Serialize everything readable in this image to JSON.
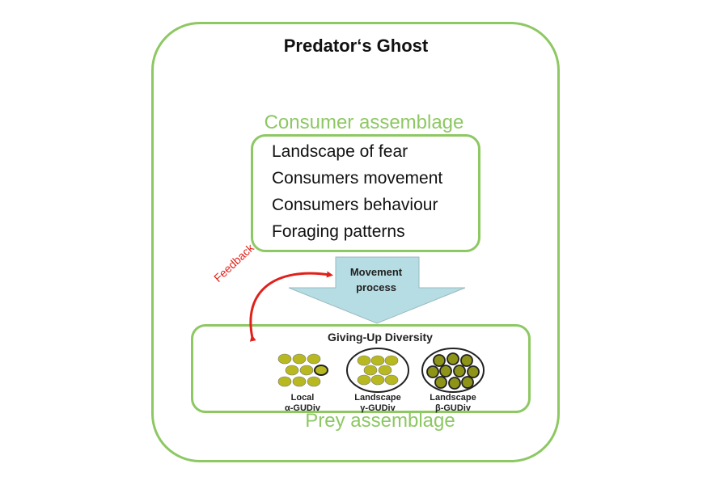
{
  "title": "Predator‘s Ghost",
  "consumer": {
    "label": "Consumer assemblage",
    "items": [
      "Landscape of fear",
      "Consumers movement",
      "Consumers behaviour",
      "Foraging patterns"
    ]
  },
  "movement": {
    "line1": "Movement",
    "line2": "process"
  },
  "feedback": "Feedback",
  "giving_up": {
    "title": "Giving-Up Diversity",
    "patches": [
      {
        "line1": "Local",
        "line2": "α-GUDiv"
      },
      {
        "line1": "Landscape",
        "line2": "γ-GUDiv"
      },
      {
        "line1": "Landscape",
        "line2": "β-GUDiv"
      }
    ]
  },
  "prey": {
    "label": "Prey assemblage"
  },
  "colors": {
    "frame_green": "#8dc863",
    "arrow_fill": "#b6dde3",
    "feedback_red": "#e0201a",
    "seed_yellow": "#b8b820",
    "seed_olive": "#8e9418"
  }
}
